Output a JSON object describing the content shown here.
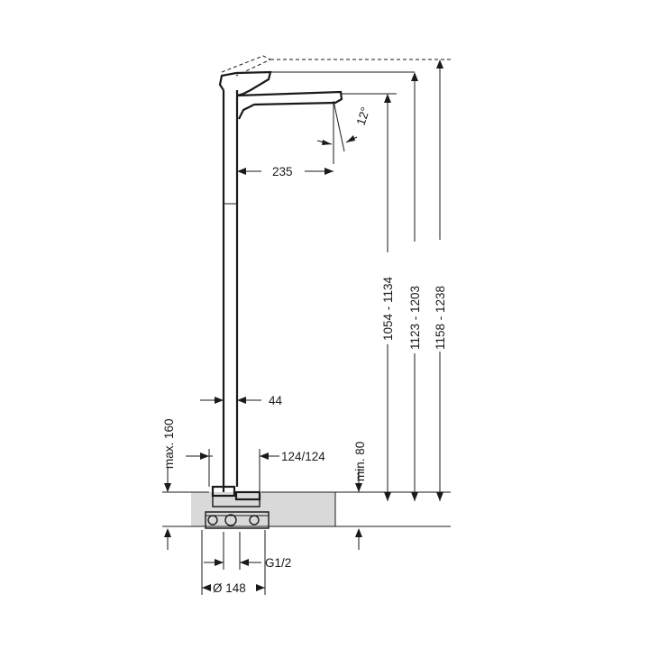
{
  "dimensions": {
    "spout_reach": "235",
    "spout_angle": "12°",
    "height_spout": "1054 - 1134",
    "height_body": "1123 - 1203",
    "height_total": "1158 - 1238",
    "pipe_diameter": "44",
    "max_above_floor": "max. 160",
    "min_below_floor": "min. 80",
    "rosette": "124/124",
    "connection_thread": "G1/2",
    "base_diameter": "Ø 148"
  },
  "colors": {
    "line": "#1a1a1a",
    "floor_fill": "#d9d9d9"
  }
}
